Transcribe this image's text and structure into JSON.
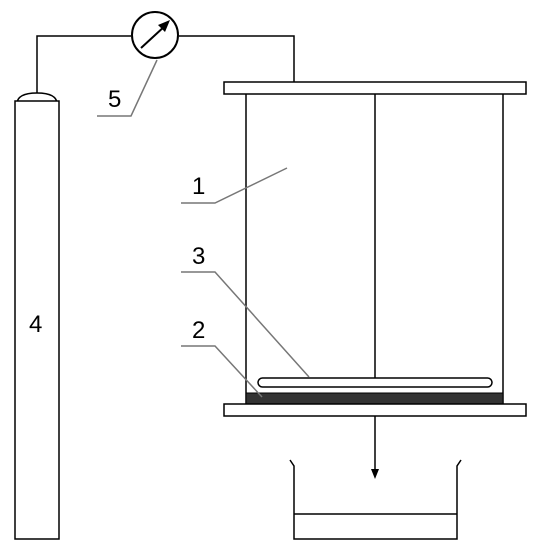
{
  "labels": {
    "vessel": "1",
    "filter_layer": "2",
    "perforated_tube": "3",
    "gas_cylinder": "4",
    "pressure_gauge": "5"
  },
  "colors": {
    "stroke": "#000000",
    "filter_fill": "#333333",
    "leader": "#777777",
    "background": "#ffffff"
  }
}
